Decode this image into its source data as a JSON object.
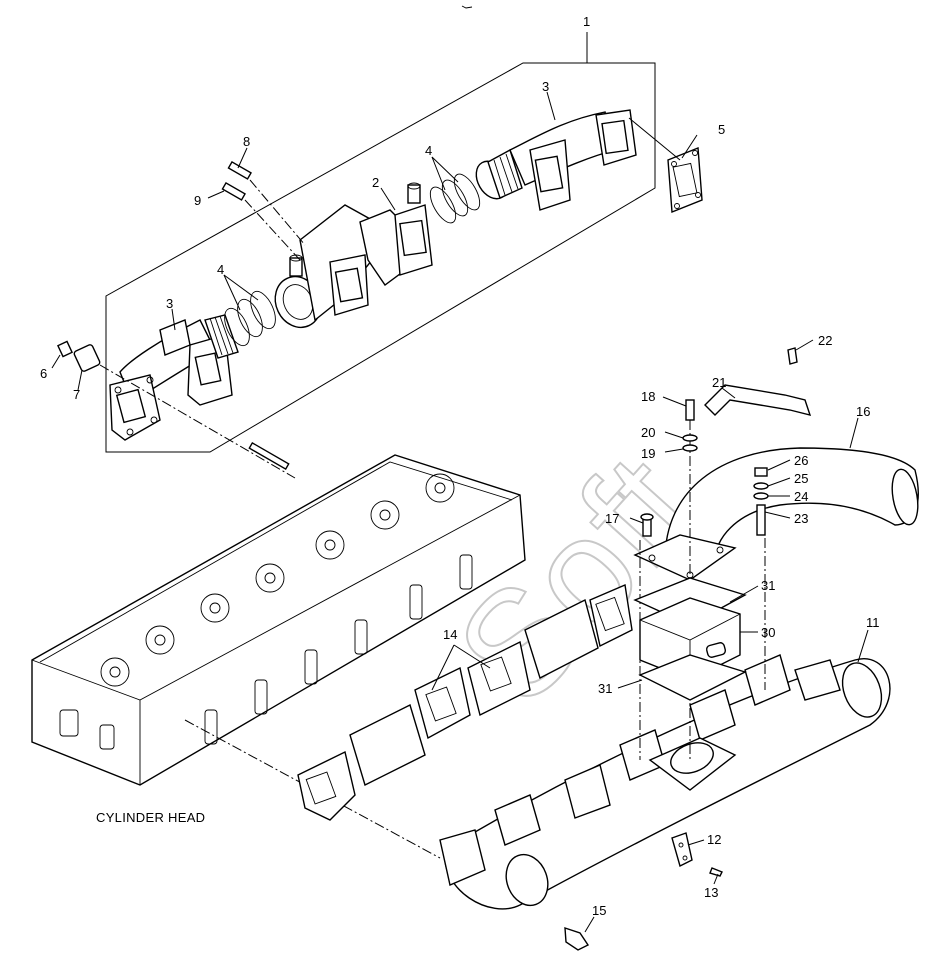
{
  "diagram": {
    "caption": "CYLINDER HEAD",
    "watermark": "Soft",
    "callouts": [
      {
        "id": "c1",
        "text": "1"
      },
      {
        "id": "c2",
        "text": "2"
      },
      {
        "id": "c3a",
        "text": "3"
      },
      {
        "id": "c3b",
        "text": "3"
      },
      {
        "id": "c4a",
        "text": "4"
      },
      {
        "id": "c4b",
        "text": "4"
      },
      {
        "id": "c5",
        "text": "5"
      },
      {
        "id": "c6",
        "text": "6"
      },
      {
        "id": "c7",
        "text": "7"
      },
      {
        "id": "c8",
        "text": "8"
      },
      {
        "id": "c9",
        "text": "9"
      },
      {
        "id": "c11",
        "text": "11"
      },
      {
        "id": "c12",
        "text": "12"
      },
      {
        "id": "c13",
        "text": "13"
      },
      {
        "id": "c14",
        "text": "14"
      },
      {
        "id": "c15",
        "text": "15"
      },
      {
        "id": "c16",
        "text": "16"
      },
      {
        "id": "c17",
        "text": "17"
      },
      {
        "id": "c18",
        "text": "18"
      },
      {
        "id": "c19",
        "text": "19"
      },
      {
        "id": "c20",
        "text": "20"
      },
      {
        "id": "c21",
        "text": "21"
      },
      {
        "id": "c22",
        "text": "22"
      },
      {
        "id": "c23",
        "text": "23"
      },
      {
        "id": "c24",
        "text": "24"
      },
      {
        "id": "c25",
        "text": "25"
      },
      {
        "id": "c26",
        "text": "26"
      },
      {
        "id": "c30",
        "text": "30"
      },
      {
        "id": "c31a",
        "text": "31"
      },
      {
        "id": "c31b",
        "text": "31"
      }
    ]
  }
}
